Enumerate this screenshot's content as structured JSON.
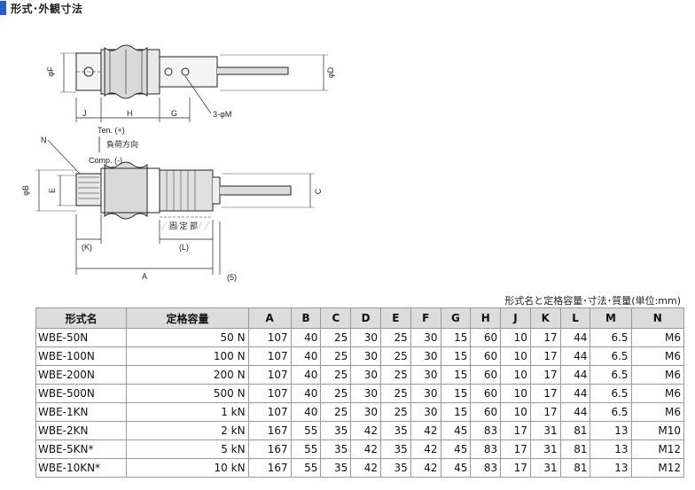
{
  "header": {
    "title": "形式･外観寸法"
  },
  "drawing": {
    "labels": {
      "phi_f": "φF",
      "phi_d": "φD",
      "phi_b": "φB",
      "j": "J",
      "h": "H",
      "g": "G",
      "three_phi_m": "3-φM",
      "n": "N",
      "ten": "Ten. (+)",
      "load_dir": "負荷方向",
      "comp": "Comp. (-)",
      "e": "E",
      "c": "C",
      "k": "(K)",
      "l": "(L)",
      "a": "A",
      "five": "(5)",
      "fixed_part": "固 定 部"
    }
  },
  "table": {
    "caption": "形式名と定格容量･寸法･質量(単位:mm)",
    "headers": [
      "形式名",
      "定格容量",
      "A",
      "B",
      "C",
      "D",
      "E",
      "F",
      "G",
      "H",
      "J",
      "K",
      "L",
      "M",
      "N"
    ],
    "rows": [
      [
        "WBE-50N",
        "50 N",
        "107",
        "40",
        "25",
        "30",
        "25",
        "30",
        "15",
        "60",
        "10",
        "17",
        "44",
        "6.5",
        "M6"
      ],
      [
        "WBE-100N",
        "100 N",
        "107",
        "40",
        "25",
        "30",
        "25",
        "30",
        "15",
        "60",
        "10",
        "17",
        "44",
        "6.5",
        "M6"
      ],
      [
        "WBE-200N",
        "200 N",
        "107",
        "40",
        "25",
        "30",
        "25",
        "30",
        "15",
        "60",
        "10",
        "17",
        "44",
        "6.5",
        "M6"
      ],
      [
        "WBE-500N",
        "500 N",
        "107",
        "40",
        "25",
        "30",
        "25",
        "30",
        "15",
        "60",
        "10",
        "17",
        "44",
        "6.5",
        "M6"
      ],
      [
        "WBE-1KN",
        "1 kN",
        "107",
        "40",
        "25",
        "30",
        "25",
        "30",
        "15",
        "60",
        "10",
        "17",
        "44",
        "6.5",
        "M6"
      ],
      [
        "WBE-2KN",
        "2 kN",
        "167",
        "55",
        "35",
        "42",
        "35",
        "42",
        "45",
        "83",
        "17",
        "31",
        "81",
        "13",
        "M10"
      ],
      [
        "WBE-5KN*",
        "5 kN",
        "167",
        "55",
        "35",
        "42",
        "35",
        "42",
        "45",
        "83",
        "17",
        "31",
        "81",
        "13",
        "M12"
      ],
      [
        "WBE-10KN*",
        "10 kN",
        "167",
        "55",
        "35",
        "42",
        "35",
        "42",
        "45",
        "83",
        "17",
        "31",
        "81",
        "13",
        "M12"
      ]
    ]
  }
}
